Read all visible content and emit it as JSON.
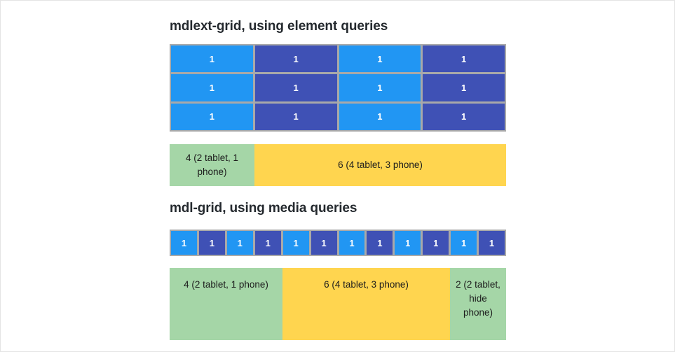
{
  "page": {
    "background_color": "#ffffff",
    "border_color": "#e4e4e4"
  },
  "palette": {
    "cell_light_blue": "#2196f3",
    "cell_dark_blue": "#3f51b5",
    "grid_gap_gray": "#a9a9a9",
    "legend_green": "#a5d6a7",
    "legend_yellow": "#ffd54f",
    "heading_text": "#24292e",
    "cell_text": "#ffffff"
  },
  "sections": [
    {
      "heading": "mdlext-grid, using element queries",
      "grid": {
        "columns": 4,
        "rows": 3,
        "cell_label": "1",
        "cells": [
          "1",
          "1",
          "1",
          "1",
          "1",
          "1",
          "1",
          "1",
          "1",
          "1",
          "1",
          "1"
        ]
      },
      "legend": [
        {
          "label": "4 (2 tablet, 1 phone)",
          "color": "green"
        },
        {
          "label": "6 (4 tablet, 3 phone)",
          "color": "yellow"
        }
      ]
    },
    {
      "heading": "mdl-grid, using media queries",
      "grid": {
        "columns": 12,
        "rows": 1,
        "cell_label": "1",
        "cells": [
          "1",
          "1",
          "1",
          "1",
          "1",
          "1",
          "1",
          "1",
          "1",
          "1",
          "1",
          "1"
        ]
      },
      "legend": [
        {
          "label": "4 (2 tablet, 1 phone)",
          "color": "green"
        },
        {
          "label": "6 (4 tablet, 3 phone)",
          "color": "yellow"
        },
        {
          "label": "2 (2 tablet, hide phone)",
          "color": "green"
        }
      ]
    }
  ]
}
